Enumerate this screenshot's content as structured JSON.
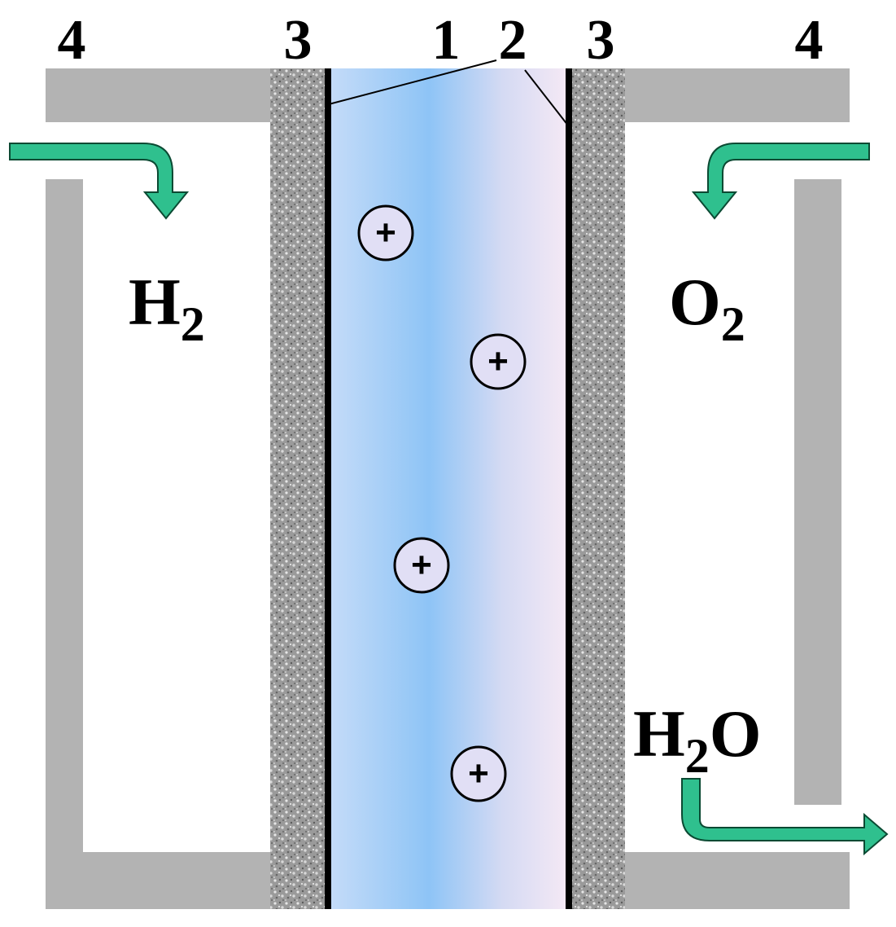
{
  "labels": {
    "left_plate": "4",
    "left_diffusion": "3",
    "membrane": "1",
    "catalyst": "2",
    "right_diffusion": "3",
    "right_plate": "4"
  },
  "species": {
    "hydrogen": {
      "symbol": "H",
      "subscript": "2"
    },
    "oxygen": {
      "symbol": "O",
      "subscript": "2"
    },
    "water": {
      "symbol": "H",
      "subscript": "2",
      "tail": "O"
    }
  },
  "ions": {
    "symbol": "+",
    "count": 4
  },
  "colors": {
    "plate": "#b3b3b3",
    "arrow_fill": "#2fc08e",
    "arrow_stroke": "#0b4a33",
    "diffusion_base": "#8f8f8f",
    "membrane_mid": "#8ec4f6",
    "membrane_edge": "#f2e6f4",
    "electrode": "#000000",
    "ion_fill": "#e1dff5"
  }
}
